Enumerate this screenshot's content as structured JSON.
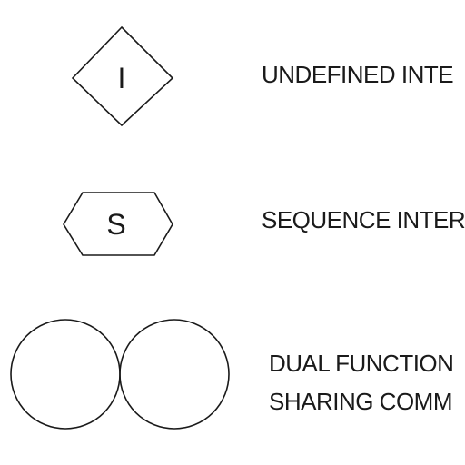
{
  "symbols": [
    {
      "icon": "diamond-icon",
      "letter": "I",
      "label_lines": [
        "UNDEFINED INTE"
      ]
    },
    {
      "icon": "hexagon-icon",
      "letter": "S",
      "label_lines": [
        "SEQUENCE INTER"
      ]
    },
    {
      "icon": "double-circle-icon",
      "letter": "",
      "label_lines": [
        "DUAL FUNCTION",
        "SHARING COMM"
      ]
    }
  ],
  "colors": {
    "stroke": "#1a1a1a",
    "background": "#ffffff"
  }
}
